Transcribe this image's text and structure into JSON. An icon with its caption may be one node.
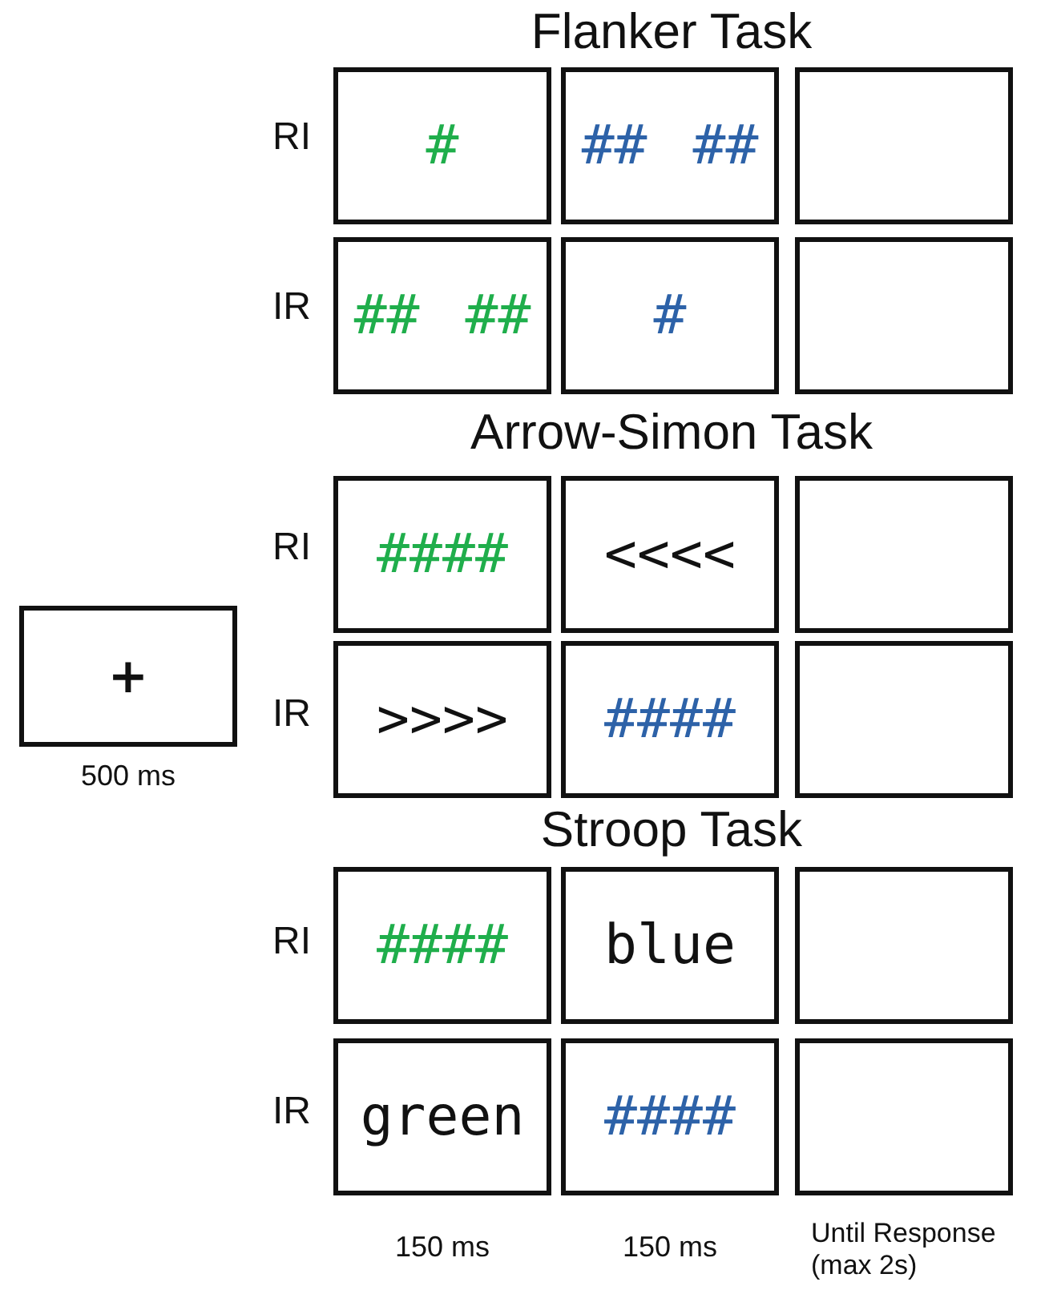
{
  "diagram": {
    "nodes": [
      {
        "text": [
          "+"
        ],
        "beside": [
          "500 ms"
        ]
      },
      {
        "text": [
          "#"
        ]
      },
      {
        "text": [
          "## ##"
        ]
      },
      {
        "text": [],
        "shape": "box"
      },
      {
        "text": [
          "## ##"
        ]
      },
      {
        "text": [
          "#"
        ]
      },
      {
        "text": [],
        "shape": "box"
      },
      {
        "text": [
          "####"
        ]
      },
      {
        "text": [
          "<<<<"
        ]
      },
      {
        "text": [],
        "shape": "box"
      },
      {
        "text": [
          ">>>>"
        ]
      },
      {
        "text": [
          "####"
        ]
      },
      {
        "text": [],
        "shape": "box"
      },
      {
        "text": [
          "####"
        ]
      },
      {
        "text": [
          "blue"
        ]
      },
      {
        "text": [],
        "shape": "box"
      },
      {
        "text": [
          "green"
        ]
      },
      {
        "text": [
          "####"
        ]
      },
      {
        "text": [],
        "shape": "box"
      }
    ],
    "edges": [],
    "labels": [
      "Flanker Task",
      "RI",
      "IR",
      "Arrow-Simon Task",
      "RI",
      "IR",
      "Stroop Task",
      "RI",
      "IR",
      "150 ms",
      "150 ms",
      "Until Response (max 2s)"
    ]
  }
}
